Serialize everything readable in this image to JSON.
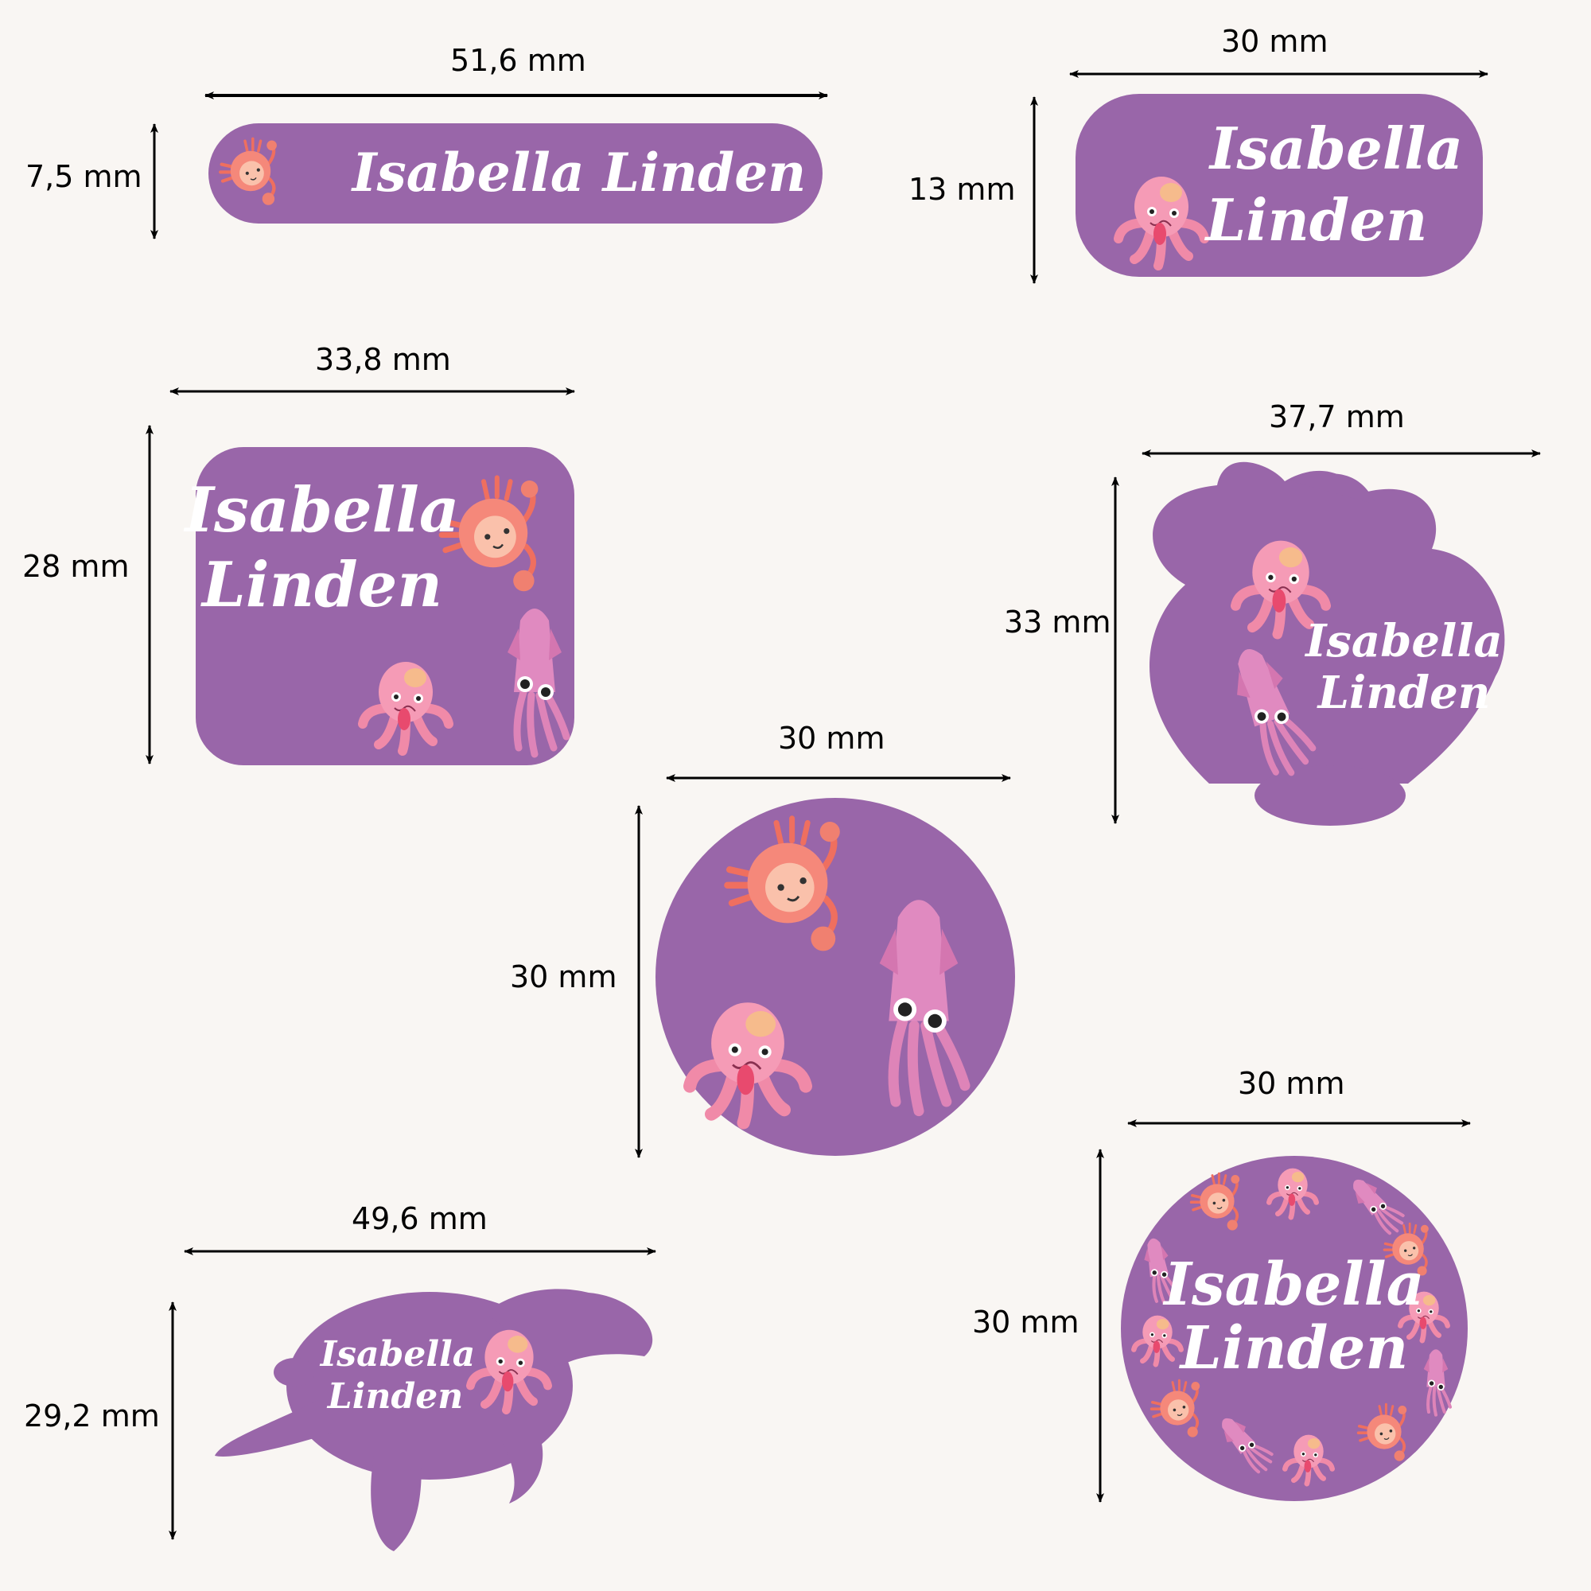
{
  "colors": {
    "background": "#f9f6f3",
    "label_fill": "#9966a9",
    "text": "#ffffff",
    "arrow": "#000000",
    "crab": "#f07a6e",
    "octopus": "#f29ab5",
    "squid": "#d77fb5"
  },
  "name": {
    "first": "Isabella",
    "last": "Linden",
    "full": "Isabella Linden"
  },
  "labels": [
    {
      "id": "long-strip",
      "shape": "rounded-strip",
      "width": "51,6 mm",
      "height": "7,5 mm",
      "icons": [
        "crab-icon"
      ]
    },
    {
      "id": "medium-rect",
      "shape": "rounded-rectangle",
      "width": "30 mm",
      "height": "13 mm",
      "icons": [
        "octopus-icon"
      ]
    },
    {
      "id": "square",
      "shape": "rounded-square",
      "width": "33,8 mm",
      "height": "28 mm",
      "icons": [
        "crab-icon",
        "octopus-icon",
        "squid-icon"
      ]
    },
    {
      "id": "shell",
      "shape": "seashell",
      "width": "37,7 mm",
      "height": "33 mm",
      "icons": [
        "octopus-icon",
        "squid-icon"
      ]
    },
    {
      "id": "circle-image",
      "shape": "circle",
      "width": "30 mm",
      "height": "30 mm",
      "icons": [
        "crab-icon",
        "squid-icon",
        "octopus-icon"
      ]
    },
    {
      "id": "turtle",
      "shape": "sea-turtle",
      "width": "49,6 mm",
      "height": "29,2 mm",
      "icons": [
        "octopus-icon"
      ]
    },
    {
      "id": "circle-wreath",
      "shape": "circle",
      "width": "30 mm",
      "height": "30 mm",
      "icons": [
        "crab-icon",
        "octopus-icon",
        "squid-icon"
      ]
    }
  ]
}
